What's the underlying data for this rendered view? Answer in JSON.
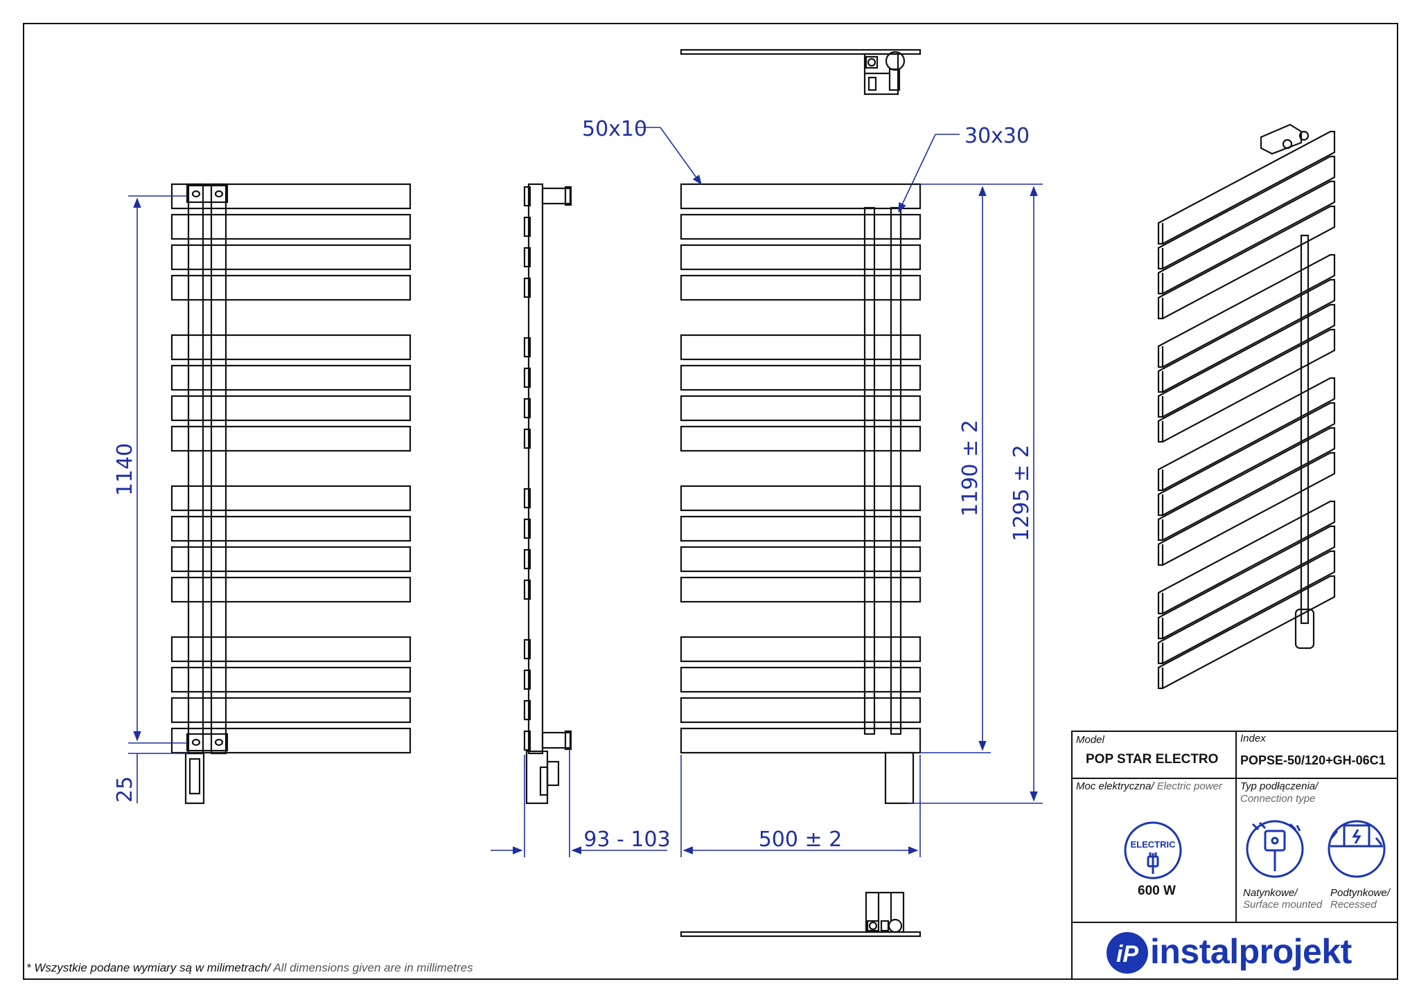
{
  "dimensions": {
    "profile_flat": "50x10",
    "profile_square": "30x30",
    "connection_spacing": "1140",
    "bottom_offset": "25",
    "wall_distance": "93 - 103",
    "width": "500 ± 2",
    "height_body": "1190 ± 2",
    "height_total": "1295 ± 2"
  },
  "footnote": {
    "pl": "* Wszystkie podane wymiary są w milimetrach/",
    "en": " All dimensions given are in millimetres"
  },
  "title_block": {
    "model_label": "Model",
    "model_value": "POP STAR ELECTRO",
    "index_label": "Index",
    "index_value": "POPSE-50/120+GH-06C1",
    "power_label_pl": "Moc elektryczna/",
    "power_label_en": " Electric power",
    "power_icon_text": "ELECTRIC",
    "power_value": "600 W",
    "connection_label_pl": "Typ podłączenia/",
    "connection_label_en": "Connection type",
    "surface_pl": "Natynkowe/",
    "surface_en": "Surface mounted",
    "recessed_pl": "Podtynkowe/",
    "recessed_en": "Recessed"
  },
  "brand": {
    "logo_mark": "iP",
    "name": "instalprojekt"
  },
  "colors": {
    "dimension": "#1f2f9e",
    "brand": "#1a36b0",
    "line": "#111111"
  }
}
